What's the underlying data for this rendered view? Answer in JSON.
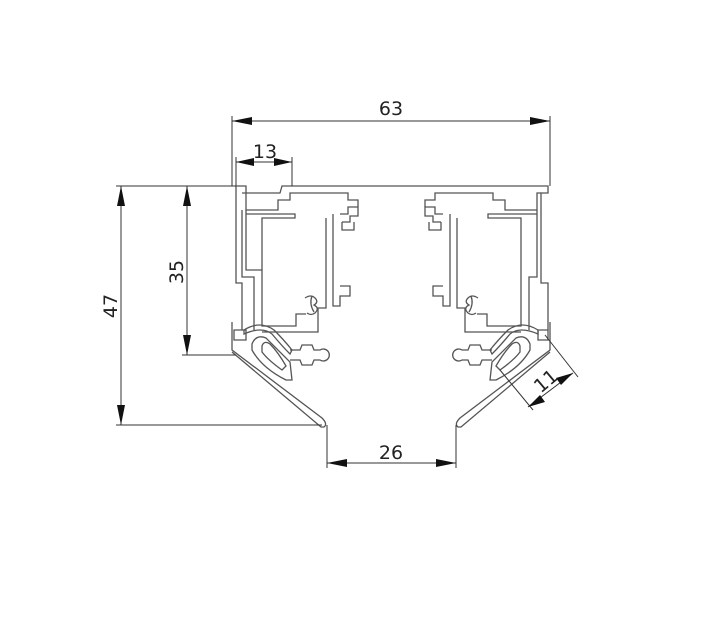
{
  "dimensions": {
    "width_top": "63",
    "slot_width": "13",
    "inner_height": "35",
    "total_height": "47",
    "opening_width": "26",
    "diffuser_depth": "11"
  },
  "colors": {
    "outline": "#555555",
    "dimension_line": "#333333",
    "background": "#ffffff"
  }
}
